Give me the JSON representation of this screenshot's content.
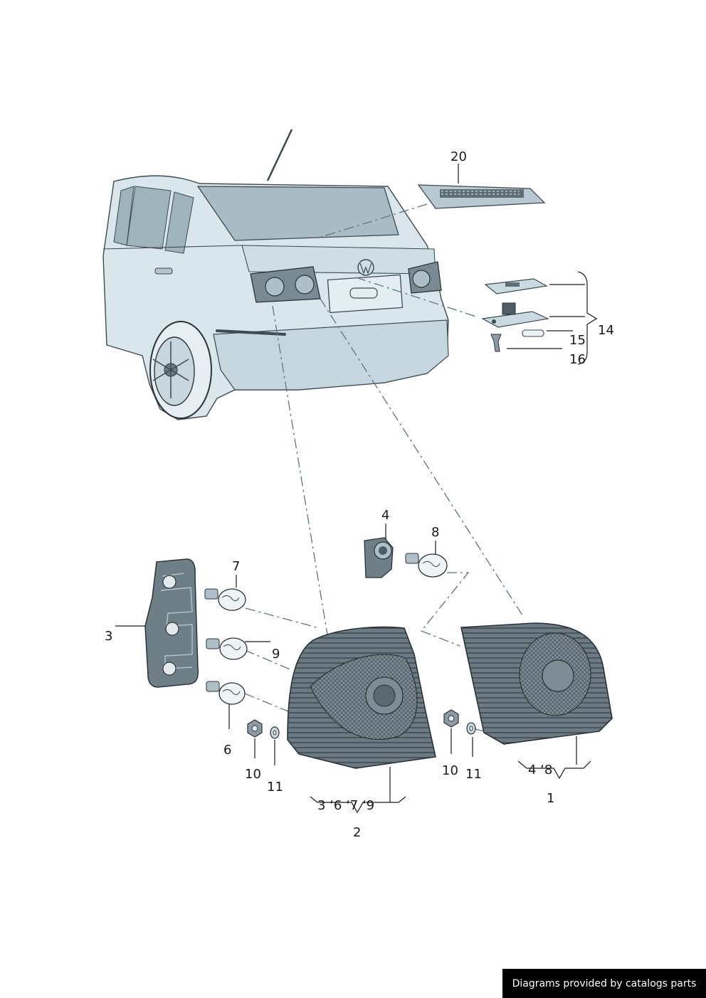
{
  "callouts": {
    "c1": "1",
    "c2": "2",
    "c3": "3",
    "c4": "4",
    "c6": "6",
    "c7": "7",
    "c8": "8",
    "c9": "9",
    "c10a": "10",
    "c10b": "10",
    "c11a": "11",
    "c11b": "11",
    "c14": "14",
    "c15": "15",
    "c16": "16",
    "c20": "20",
    "group2_parts": "3 ‘6 ‘7 ‘9",
    "group1_parts": "4 ‘8"
  },
  "footer": {
    "credit": "Diagrams provided by catalogs parts"
  },
  "colors": {
    "part_fill": "#d9e6ec",
    "part_stroke": "#3c4a52",
    "leader": "#1a1a1a",
    "dash": "#5e7480",
    "credit_bg": "#000000",
    "credit_text": "#ffffff"
  }
}
